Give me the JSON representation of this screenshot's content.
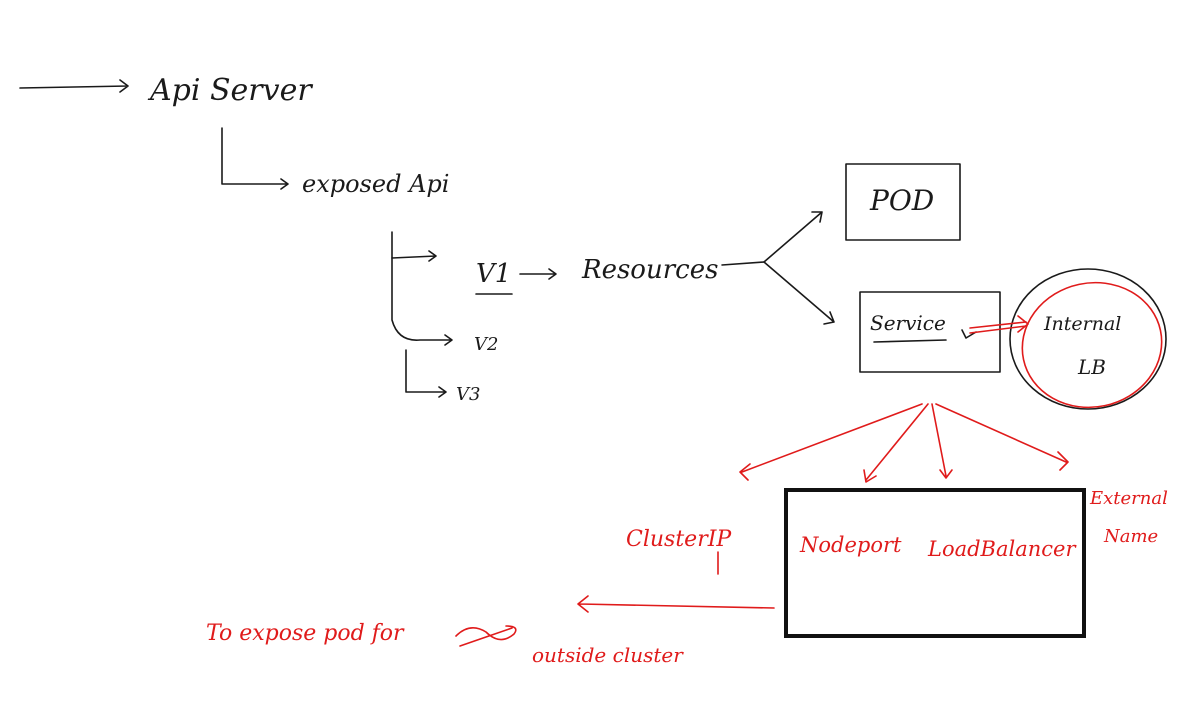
{
  "labels": {
    "api_server": "Api Server",
    "exposed_api": "exposed Api",
    "v1": "V1",
    "v2": "V2",
    "v3": "V3",
    "resources": "Resources",
    "pod": "POD",
    "service": "Service",
    "internal_lb_line1": "Internal",
    "internal_lb_line2": "LB",
    "cluster_ip": "ClusterIP",
    "node_port": "Nodeport",
    "load_balancer": "LoadBalancer",
    "external_name_line1": "External",
    "external_name_line2": "Name",
    "expose_note": "To expose pod for",
    "outside_cluster": "outside cluster"
  },
  "colors": {
    "ink_black": "#1a1a1a",
    "ink_red": "#e01b1b",
    "background": "#ffffff"
  }
}
